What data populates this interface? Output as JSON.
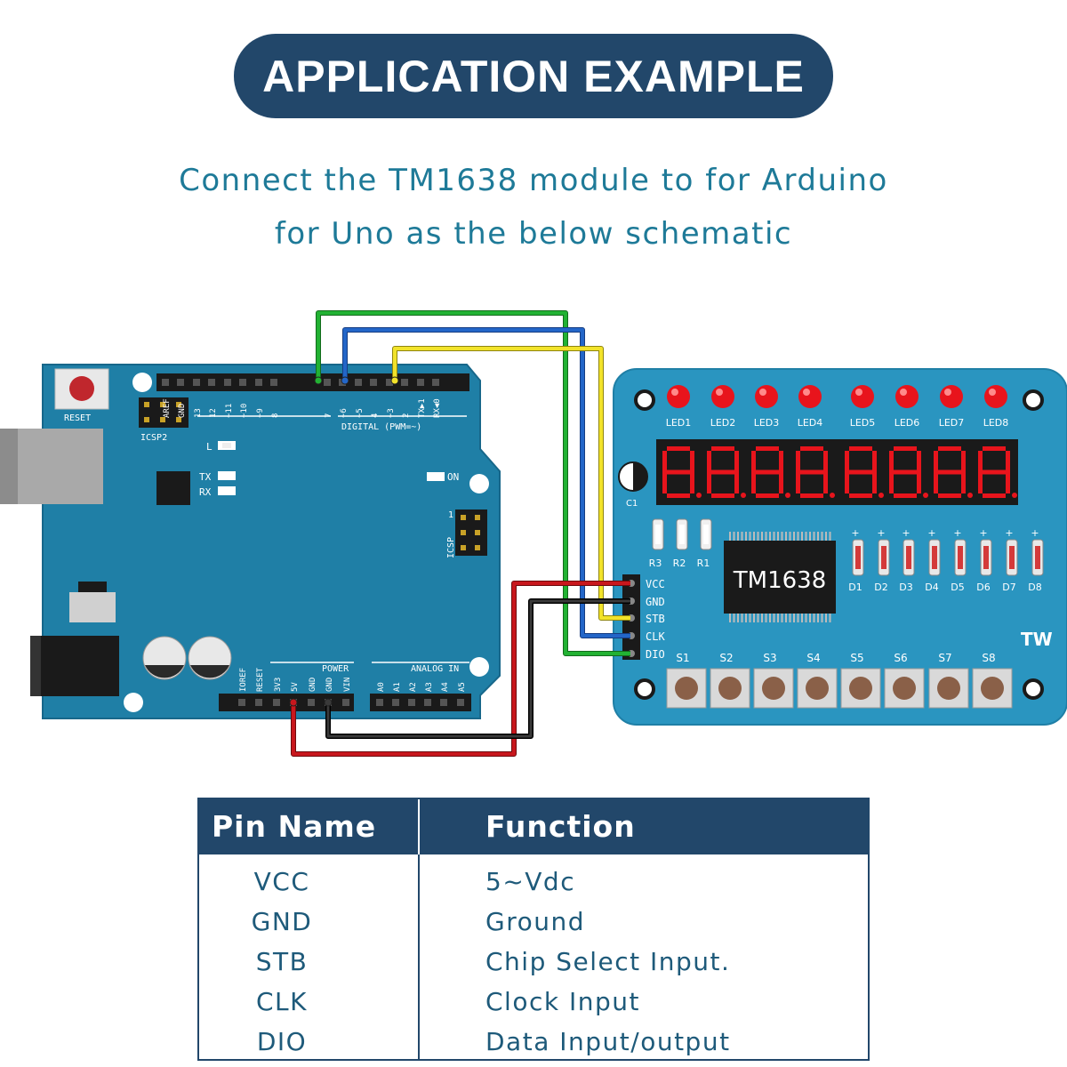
{
  "header": {
    "title": "APPLICATION EXAMPLE",
    "subtitle_line1": "Connect the TM1638 module to for Arduino",
    "subtitle_line2": "for Uno as the below schematic"
  },
  "arduino": {
    "reset": "RESET",
    "icsp2": "ICSP2",
    "icsp": "ICSP",
    "icsp_pin1": "1",
    "digital": "DIGITAL (PWM=~)",
    "led_l": "L",
    "tx": "TX",
    "rx": "RX",
    "on": "ON",
    "power": "POWER",
    "analog_in": "ANALOG IN",
    "top_pins": [
      "AREF",
      "GND",
      "13",
      "12",
      "~11",
      "~10",
      "~9",
      "8",
      "7",
      "~6",
      "~5",
      "4",
      "~3",
      "2",
      "TX▶1",
      "RX◀0"
    ],
    "power_pins": [
      "IOREF",
      "RESET",
      "3V3",
      "5V",
      "GND",
      "GND",
      "VIN"
    ],
    "analog_pins": [
      "A0",
      "A1",
      "A2",
      "A3",
      "A4",
      "A5"
    ]
  },
  "module": {
    "leds": [
      "LED1",
      "LED2",
      "LED3",
      "LED4",
      "LED5",
      "LED6",
      "LED7",
      "LED8"
    ],
    "cap": "C1",
    "resistors": [
      "R3",
      "R2",
      "R1"
    ],
    "chip": "TM1638",
    "diodes": [
      "D1",
      "D2",
      "D3",
      "D4",
      "D5",
      "D6",
      "D7",
      "D8"
    ],
    "pins": [
      "VCC",
      "GND",
      "STB",
      "CLK",
      "DIO"
    ],
    "switches": [
      "S1",
      "S2",
      "S3",
      "S4",
      "S5",
      "S6",
      "S7",
      "S8"
    ],
    "brand": "TW",
    "diode_mark": "+"
  },
  "colors": {
    "board": "#1f7fa6",
    "board_dark": "#17678a",
    "module": "#2a95c0",
    "wire_green": "#22b233",
    "wire_blue": "#2366c8",
    "wire_yellow": "#f2e32a",
    "wire_red": "#c8171d",
    "wire_black": "#1a1a1a",
    "header_navy": "#22476a",
    "text_teal": "#1e7a98",
    "segment_red": "#e8141c"
  },
  "table": {
    "headers": [
      "Pin Name",
      "Function"
    ],
    "rows": [
      {
        "pin": "VCC",
        "function": "5~Vdc"
      },
      {
        "pin": "GND",
        "function": "Ground"
      },
      {
        "pin": "STB",
        "function": "Chip Select Input."
      },
      {
        "pin": "CLK",
        "function": "Clock Input"
      },
      {
        "pin": "DIO",
        "function": "Data Input/output"
      }
    ]
  }
}
